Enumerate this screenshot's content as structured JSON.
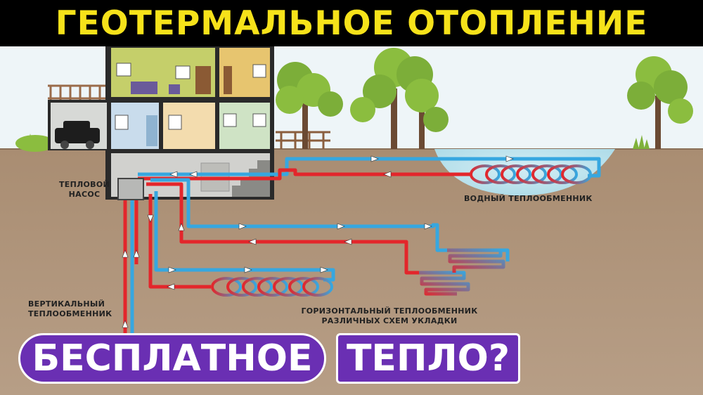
{
  "header": {
    "title": "ГЕОТЕРМАЛЬНОЕ ОТОПЛЕНИЕ"
  },
  "labels": {
    "heat_pump_line1": "ТЕПЛОВОЙ",
    "heat_pump_line2": "НАСОС",
    "water_exchanger": "ВОДНЫЙ ТЕПЛООБМЕННИК",
    "vertical_line1": "ВЕРТИКАЛЬНЫЙ",
    "vertical_line2": "ТЕПЛООБМЕННИК",
    "horizontal_line1": "ГОРИЗОНТАЛЬНЫЙ ТЕПЛООБМЕННИК",
    "horizontal_line2": "РАЗЛИЧНЫХ СХЕМ УКЛАДКИ"
  },
  "badges": {
    "free": "БЕСПЛАТНОЕ",
    "heat": "ТЕПЛО?"
  },
  "colors": {
    "title": "#f6e21a",
    "hot_pipe": "#e3262b",
    "cold_pipe": "#36a7e0",
    "badge": "#6a2fb3",
    "soil": "#a58a6f",
    "sky": "#eef5f8"
  }
}
